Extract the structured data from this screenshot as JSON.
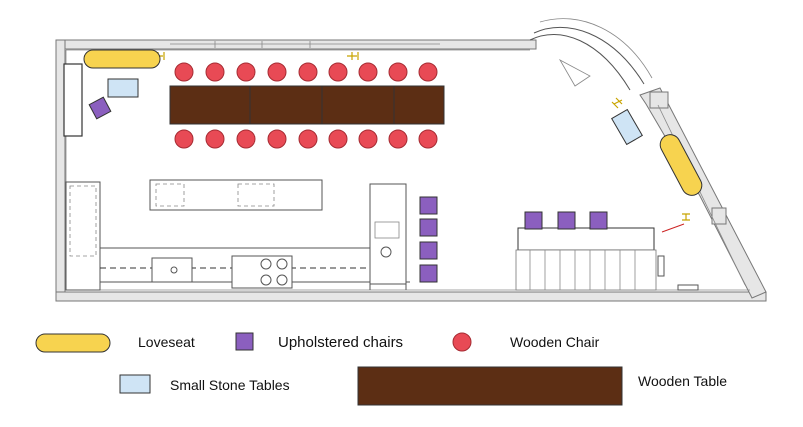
{
  "legend": {
    "loveseat": "Loveseat",
    "upholstered": "Upholstered chairs",
    "wooden_chair": "Wooden Chair",
    "stone_table": "Small Stone Tables",
    "wooden_table": "Wooden Table"
  },
  "colors": {
    "loveseat": "#f7d34f",
    "upholstered": "#8b5fbf",
    "wooden_chair": "#e84a55",
    "stone_table": "#cfe4f5",
    "wooden_table": "#5c2e14",
    "wall": "#e6e6e6",
    "door": "#c8a400",
    "accent_red": "#cc2222"
  }
}
